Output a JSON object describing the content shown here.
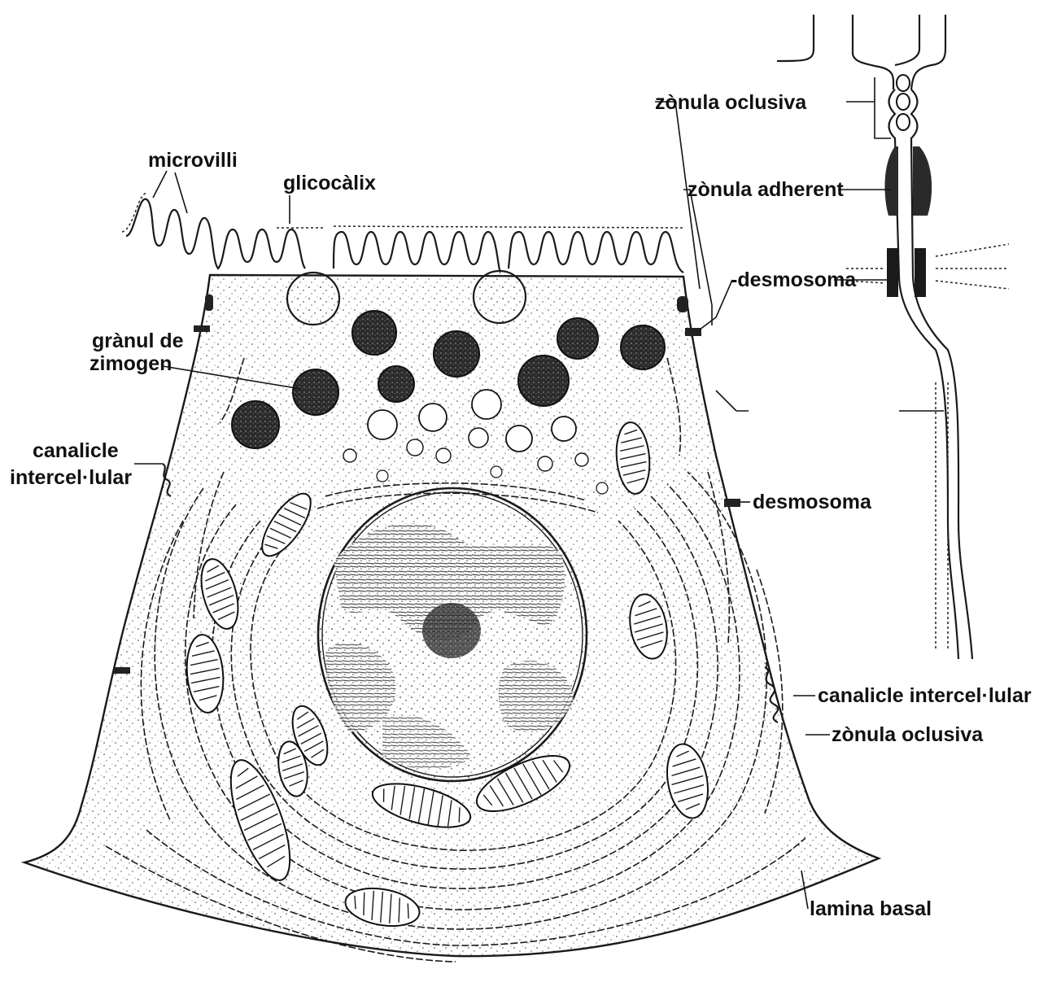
{
  "labels": {
    "microvilli": "microvilli",
    "glicocalix": "glicocàlix",
    "granul_line1": "grànul de",
    "granul_line2": "zimogen",
    "canalicle_left_line1": "canalicle",
    "canalicle_left_line2": "intercel·lular",
    "zonula_oclusiva_top": "zònula oclusiva",
    "zonula_adherent": "zònula adherent",
    "desmosoma_top": "-desmosoma",
    "desmosoma_mid": "desmosoma",
    "canalicle_right": "canalicle intercel·lular",
    "zonula_oclusiva_bottom": "zònula oclusiva",
    "lamina_basal": "lamina basal"
  },
  "colors": {
    "ink": "#1a1a1a",
    "background": "#ffffff",
    "granule_fill": "#3a3a3a"
  }
}
